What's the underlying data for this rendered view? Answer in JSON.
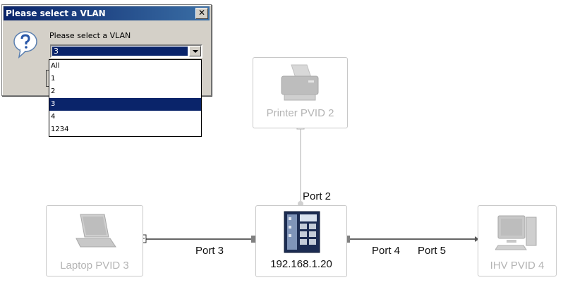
{
  "dialog": {
    "title": "Please select a VLAN",
    "close_glyph": "✕",
    "prompt": "Please select a VLAN",
    "selected_value": "3",
    "options": [
      "All",
      "1",
      "2",
      "3",
      "4",
      "1234"
    ],
    "selected_option": "3",
    "icon": "question-balloon-icon"
  },
  "topology": {
    "printer": {
      "label": "Printer PVID 2",
      "icon": "printer-icon"
    },
    "laptop": {
      "label": "Laptop PVID 3",
      "icon": "laptop-icon"
    },
    "switch": {
      "label": "192.168.1.20",
      "icon": "switch-device-icon"
    },
    "ihv": {
      "label": "IHV PVID 4",
      "icon": "desktop-computer-icon"
    },
    "ports": {
      "port2": "Port 2",
      "port3": "Port 3",
      "port4": "Port 4",
      "port5": "Port 5"
    }
  },
  "colors": {
    "selection": "#0a246a",
    "dialog_face": "#d4d0c8",
    "inactive_node_text": "#b4b4b4",
    "active_link": "#333333",
    "inactive_link": "#c8c8c8",
    "port_square": "#808080"
  }
}
